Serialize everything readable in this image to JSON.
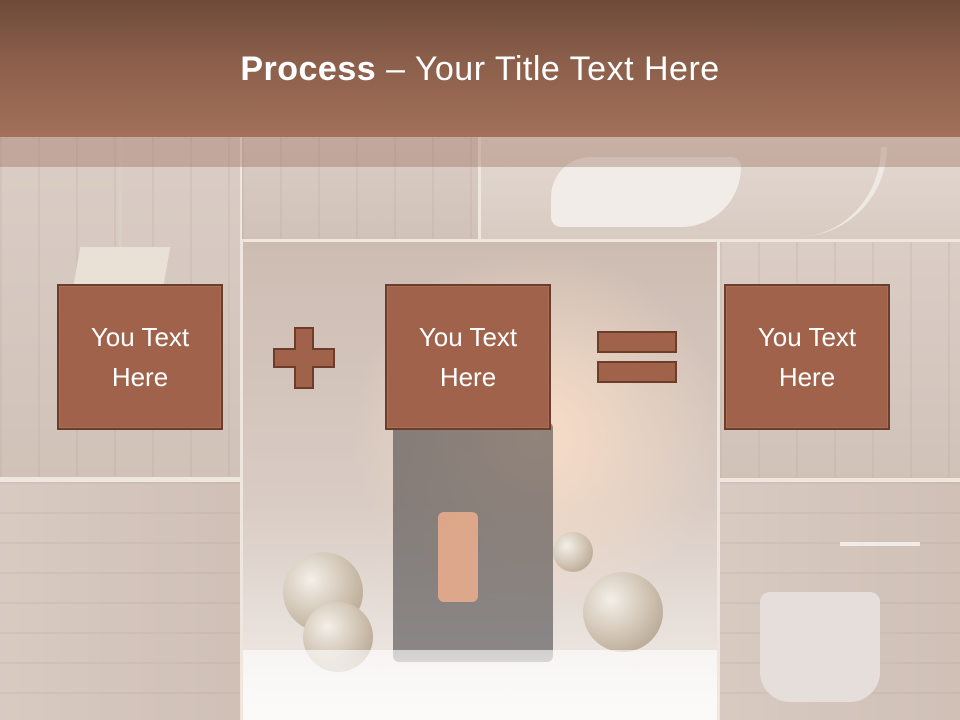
{
  "header": {
    "title_bold": "Process",
    "title_rest": " – Your Title Text Here"
  },
  "process": {
    "boxes": [
      {
        "text": "You Text Here"
      },
      {
        "text": "You Text Here"
      },
      {
        "text": "You Text Here"
      }
    ],
    "operators": [
      "plus-icon",
      "equals-icon"
    ]
  },
  "colors": {
    "header": "#8b5f4b",
    "box_fill": "#a0624a",
    "box_border": "#6d3d2b",
    "text": "#ffffff"
  }
}
